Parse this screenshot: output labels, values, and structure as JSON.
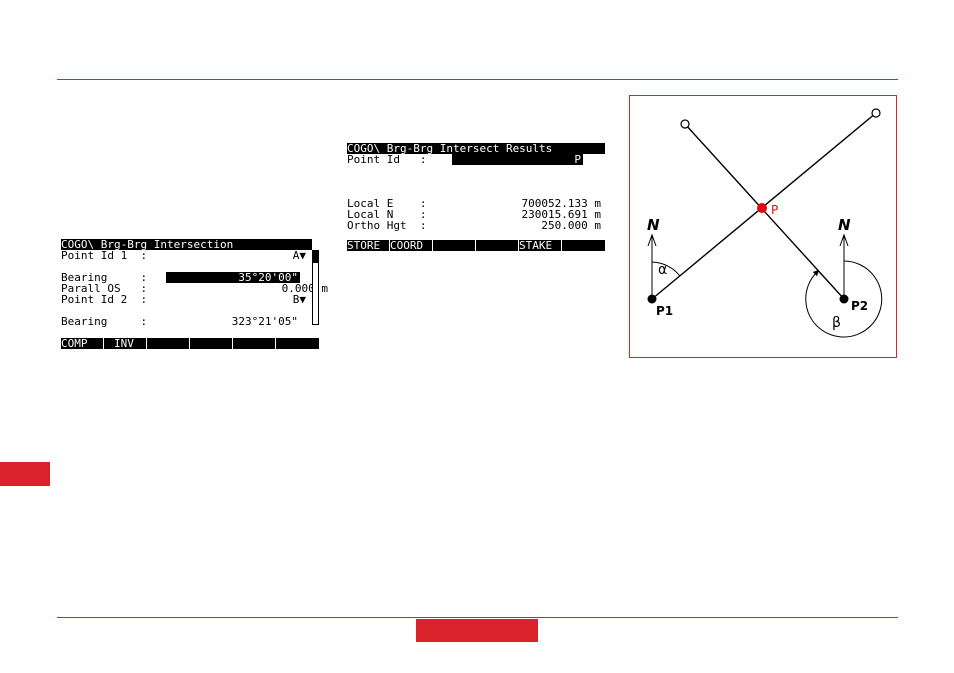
{
  "screen1": {
    "title": "COGO\\ Brg-Brg Intersection",
    "rows": [
      {
        "label": "Point Id 1  :",
        "value": "A▼"
      },
      {
        "label": "Bearing     :",
        "value": "35°20'00\""
      },
      {
        "label": "Parall OS   :",
        "value": "0.000 m"
      },
      {
        "label": "Point Id 2  :",
        "value": "B▼"
      },
      {
        "label": "Bearing     :",
        "value": "323°21'05\""
      }
    ],
    "softkeys": [
      "COMP",
      "INV",
      "",
      "",
      "",
      ""
    ]
  },
  "screen2": {
    "title": "COGO\\ Brg-Brg Intersect Results",
    "point_id_label": "Point Id   :",
    "point_id_value": "P",
    "rows": [
      {
        "label": "Local E    :",
        "value": "700052.133 m"
      },
      {
        "label": "Local N    :",
        "value": "230015.691 m"
      },
      {
        "label": "Ortho Hgt  :",
        "value": "250.000 m"
      }
    ],
    "softkeys": [
      "STORE",
      "COORD",
      "",
      "",
      "STAKE",
      ""
    ]
  },
  "diagram": {
    "north_label": "N",
    "alpha": "α",
    "beta": "β",
    "p_label": "P",
    "p1_label": "P1",
    "p2_label": "P2",
    "colors": {
      "accent": "#d9222a",
      "point_p": "#e30613"
    }
  }
}
